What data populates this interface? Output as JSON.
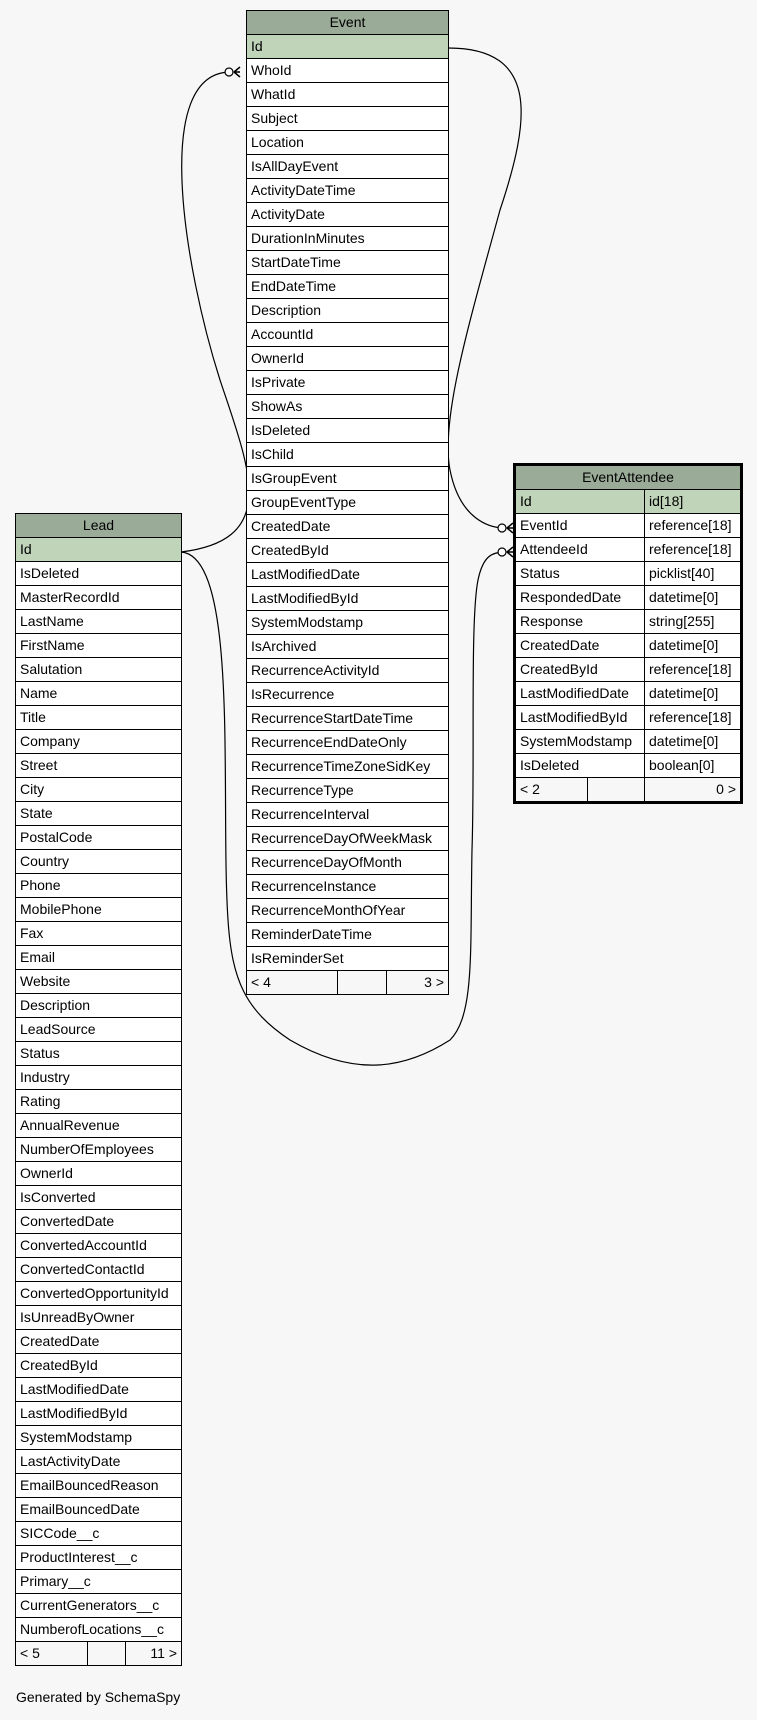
{
  "generated_by": "Generated by SchemaSpy",
  "tables": {
    "event": {
      "name": "Event",
      "columns": [
        "Id",
        "WhoId",
        "WhatId",
        "Subject",
        "Location",
        "IsAllDayEvent",
        "ActivityDateTime",
        "ActivityDate",
        "DurationInMinutes",
        "StartDateTime",
        "EndDateTime",
        "Description",
        "AccountId",
        "OwnerId",
        "IsPrivate",
        "ShowAs",
        "IsDeleted",
        "IsChild",
        "IsGroupEvent",
        "GroupEventType",
        "CreatedDate",
        "CreatedById",
        "LastModifiedDate",
        "LastModifiedById",
        "SystemModstamp",
        "IsArchived",
        "RecurrenceActivityId",
        "IsRecurrence",
        "RecurrenceStartDateTime",
        "RecurrenceEndDateOnly",
        "RecurrenceTimeZoneSidKey",
        "RecurrenceType",
        "RecurrenceInterval",
        "RecurrenceDayOfWeekMask",
        "RecurrenceDayOfMonth",
        "RecurrenceInstance",
        "RecurrenceMonthOfYear",
        "ReminderDateTime",
        "IsReminderSet"
      ],
      "footer": {
        "parents": "< 4",
        "middle": "",
        "children": "3 >"
      }
    },
    "lead": {
      "name": "Lead",
      "columns": [
        "Id",
        "IsDeleted",
        "MasterRecordId",
        "LastName",
        "FirstName",
        "Salutation",
        "Name",
        "Title",
        "Company",
        "Street",
        "City",
        "State",
        "PostalCode",
        "Country",
        "Phone",
        "MobilePhone",
        "Fax",
        "Email",
        "Website",
        "Description",
        "LeadSource",
        "Status",
        "Industry",
        "Rating",
        "AnnualRevenue",
        "NumberOfEmployees",
        "OwnerId",
        "IsConverted",
        "ConvertedDate",
        "ConvertedAccountId",
        "ConvertedContactId",
        "ConvertedOpportunityId",
        "IsUnreadByOwner",
        "CreatedDate",
        "CreatedById",
        "LastModifiedDate",
        "LastModifiedById",
        "SystemModstamp",
        "LastActivityDate",
        "EmailBouncedReason",
        "EmailBouncedDate",
        "SICCode__c",
        "ProductInterest__c",
        "Primary__c",
        "CurrentGenerators__c",
        "NumberofLocations__c"
      ],
      "footer": {
        "parents": "< 5",
        "middle": "",
        "children": "11 >"
      }
    },
    "event_attendee": {
      "name": "EventAttendee",
      "columns": [
        {
          "name": "Id",
          "type": "id[18]"
        },
        {
          "name": "EventId",
          "type": "reference[18]"
        },
        {
          "name": "AttendeeId",
          "type": "reference[18]"
        },
        {
          "name": "Status",
          "type": "picklist[40]"
        },
        {
          "name": "RespondedDate",
          "type": "datetime[0]"
        },
        {
          "name": "Response",
          "type": "string[255]"
        },
        {
          "name": "CreatedDate",
          "type": "datetime[0]"
        },
        {
          "name": "CreatedById",
          "type": "reference[18]"
        },
        {
          "name": "LastModifiedDate",
          "type": "datetime[0]"
        },
        {
          "name": "LastModifiedById",
          "type": "reference[18]"
        },
        {
          "name": "SystemModstamp",
          "type": "datetime[0]"
        },
        {
          "name": "IsDeleted",
          "type": "boolean[0]"
        }
      ],
      "footer": {
        "parents": "< 2",
        "middle": "",
        "children": "0 >"
      }
    }
  },
  "relationships": [
    {
      "from": "Lead.Id",
      "to": "Event.WhoId"
    },
    {
      "from": "Event.Id",
      "to": "EventAttendee.EventId"
    },
    {
      "from": "Lead.Id",
      "to": "EventAttendee.AttendeeId"
    }
  ]
}
